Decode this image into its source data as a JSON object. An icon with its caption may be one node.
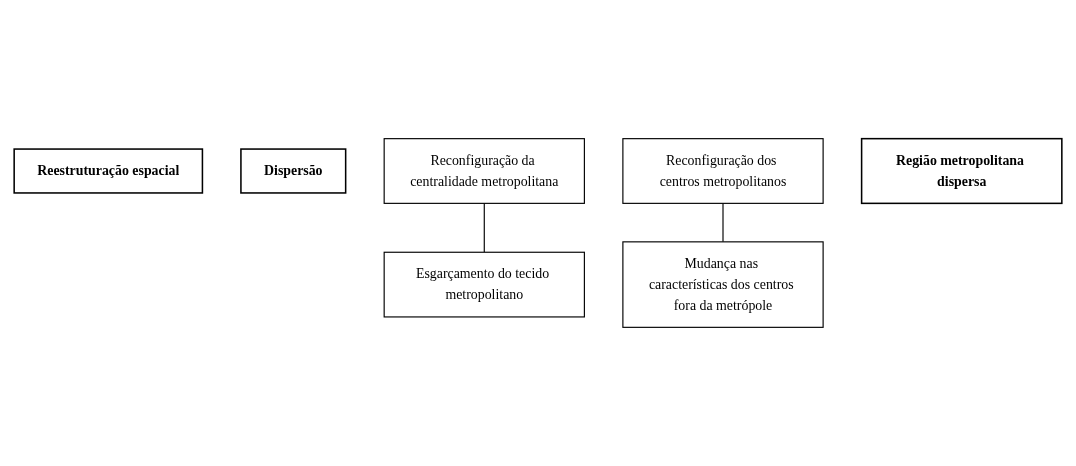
{
  "diagram": {
    "nodes": [
      {
        "text": [
          "Reestruturação espacial"
        ]
      },
      {
        "text": [
          "Dispersão"
        ]
      },
      {
        "text": [
          "Reconfiguração da centralidade metropolitana"
        ]
      },
      {
        "text": [
          "Reconfiguração dos centros metropolitanos"
        ]
      },
      {
        "text": [
          "Esgarçamento do tecido metropolitano"
        ]
      },
      {
        "text": [
          "Mudança nas características dos centros fora da metrópole"
        ]
      },
      {
        "text": [
          "Região metropolitana dispersa"
        ]
      }
    ],
    "edges": [
      {
        "from": 2,
        "to": 4,
        "arrow": "none"
      },
      {
        "from": 3,
        "to": 5,
        "arrow": "none"
      }
    ]
  }
}
